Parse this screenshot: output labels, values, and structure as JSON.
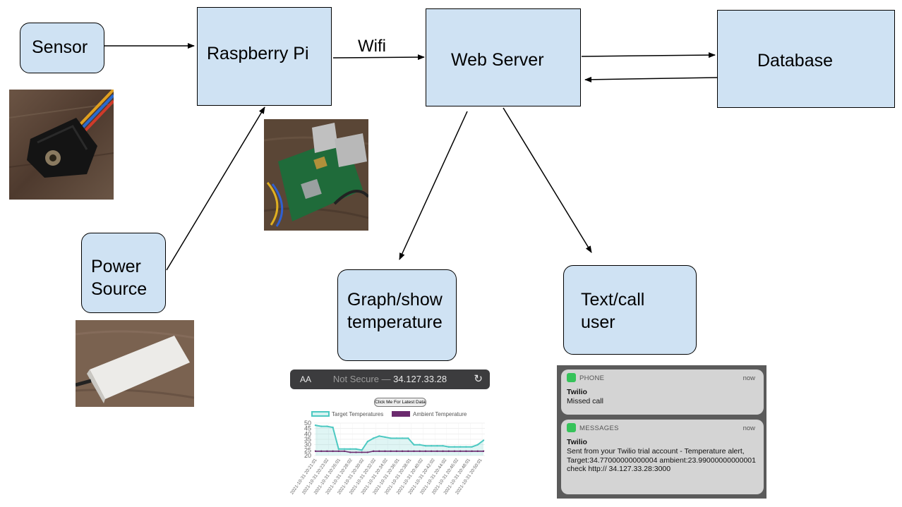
{
  "boxes": {
    "sensor": "Sensor",
    "raspberry_pi": "Raspberry Pi",
    "web_server": "Web Server",
    "database": "Database",
    "power_source_line1": "Power",
    "power_source_line2": "Source",
    "graph_line1": "Graph/show",
    "graph_line2": "temperature",
    "text_line1": "Text/call",
    "text_line2": "user"
  },
  "edge_labels": {
    "wifi": "Wifi"
  },
  "colors": {
    "box_fill": "#cfe2f3",
    "target_line": "#4dc9c2",
    "ambient_line": "#6b2a6e"
  },
  "browser": {
    "aa": "AA",
    "not_secure": "Not Secure — ",
    "address": "34.127.33.28",
    "reload_icon": "reload-icon",
    "button": "Click Me For Latest Data",
    "legend_target": "Target Temperatures",
    "legend_ambient": "Ambient Temperature"
  },
  "chart_data": {
    "type": "line",
    "ylim": [
      20,
      50
    ],
    "yticks": [
      "50",
      "45",
      "40",
      "35",
      "30",
      "25",
      "20"
    ],
    "x": [
      "2021-10-31 20:21:01",
      "2021-10-31 20:23:02",
      "2021-10-31 20:26:01",
      "2021-10-31 20:28:02",
      "2021-10-31 20:30:02",
      "2021-10-31 20:32:02",
      "2021-10-31 20:34:02",
      "2021-10-31 20:36:01",
      "2021-10-31 20:38:01",
      "2021-10-31 20:40:02",
      "2021-10-31 20:42:02",
      "2021-10-31 20:44:02",
      "2021-10-31 20:46:02",
      "2021-10-31 20:48:01",
      "2021-10-31 20:50:01"
    ],
    "series": [
      {
        "name": "Target Temperatures",
        "values": [
          48,
          47,
          47,
          46,
          26,
          26,
          26,
          26,
          25,
          33,
          36,
          38,
          37,
          36,
          36,
          36,
          36,
          30,
          30,
          29,
          29,
          29,
          29,
          28,
          28,
          28,
          28,
          28,
          30,
          34
        ]
      },
      {
        "name": "Ambient Temperature",
        "values": [
          24,
          24,
          24,
          24,
          24,
          24,
          23,
          23,
          23,
          23,
          24,
          24,
          24,
          24,
          24,
          24,
          24,
          24,
          24,
          24,
          24,
          24,
          24,
          24,
          24,
          24,
          24,
          24,
          24,
          24
        ]
      }
    ]
  },
  "notifications": [
    {
      "app": "PHONE",
      "time": "now",
      "sender": "Twilio",
      "body": "Missed call"
    },
    {
      "app": "MESSAGES",
      "time": "now",
      "sender": "Twilio",
      "body": "Sent from your Twilio trial account - Temperature alert, Target:34.77000000000004 ambient:23.99000000000001 check http:// 34.127.33.28:3000"
    }
  ]
}
